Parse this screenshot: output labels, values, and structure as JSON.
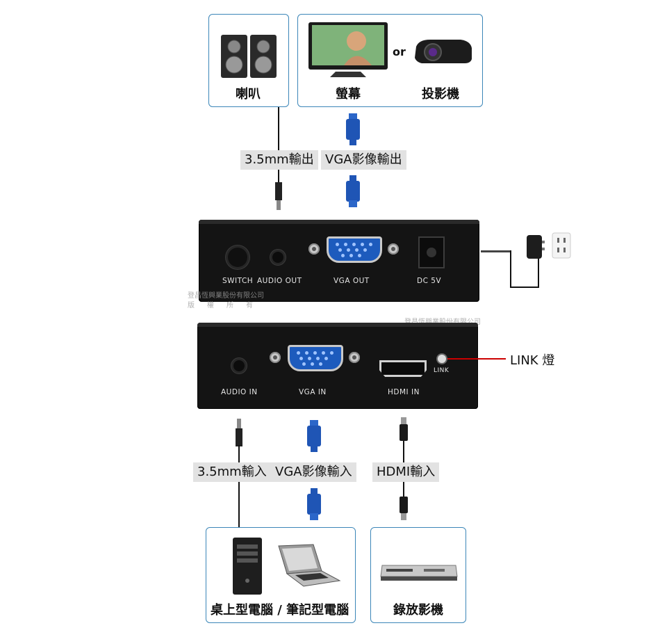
{
  "devices": {
    "speaker_label": "喇叭",
    "monitor_label": "螢幕",
    "or_text": "or",
    "projector_label": "投影機",
    "pc_label": "桌上型電腦 / 筆記型電腦",
    "dvd_label": "錄放影機"
  },
  "connections": {
    "audio_out": "3.5mm輸出",
    "vga_out": "VGA影像輸出",
    "audio_in": "3.5mm輸入",
    "vga_in": "VGA影像輸入",
    "hdmi_in": "HDMI輸入",
    "link_led": "LINK 燈"
  },
  "rear_panel": {
    "switch": "SWITCH",
    "audio_out": "AUDIO OUT",
    "vga_out": "VGA OUT",
    "dc": "DC 5V"
  },
  "front_panel": {
    "audio_in": "AUDIO IN",
    "vga_in": "VGA IN",
    "hdmi_in": "HDMI IN",
    "link": "LINK"
  },
  "watermark": {
    "company": "登昌恆興業股份有限公司",
    "rights": "版　權　所　有"
  },
  "colors": {
    "box_border": "#3b86b8",
    "vga_blue": "#1f55b5",
    "link_line": "#cc0000"
  }
}
